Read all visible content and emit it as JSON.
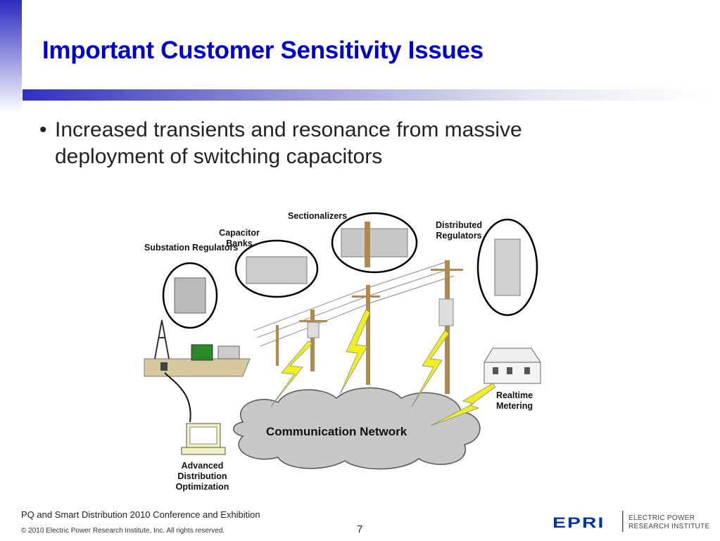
{
  "slide": {
    "title": "Important Customer Sensitivity Issues",
    "bullet": "Increased transients and resonance from massive deployment of switching capacitors",
    "bullet_marker": "•"
  },
  "diagram": {
    "labels": {
      "substation_regulators": "Substation Regulators",
      "capacitor_banks": "Capacitor Banks",
      "sectionalizers": "Sectionalizers",
      "distributed_regulators": "Distributed Regulators",
      "realtime_metering": "Realtime Metering",
      "advanced_distribution_optimization": "Advanced Distribution Optimization",
      "communication_network": "Communication Network"
    },
    "colors": {
      "lightning": "#f0f020",
      "cloud": "#c8c8c8",
      "computer": "#f0f0c0"
    }
  },
  "footer": {
    "conference": "PQ and Smart Distribution 2010 Conference and Exhibition",
    "copyright": "© 2010 Electric Power Research Institute, Inc. All rights reserved.",
    "page_number": "7",
    "logo_text": "EPRI",
    "org_line1": "ELECTRIC POWER",
    "org_line2": "RESEARCH INSTITUTE"
  }
}
